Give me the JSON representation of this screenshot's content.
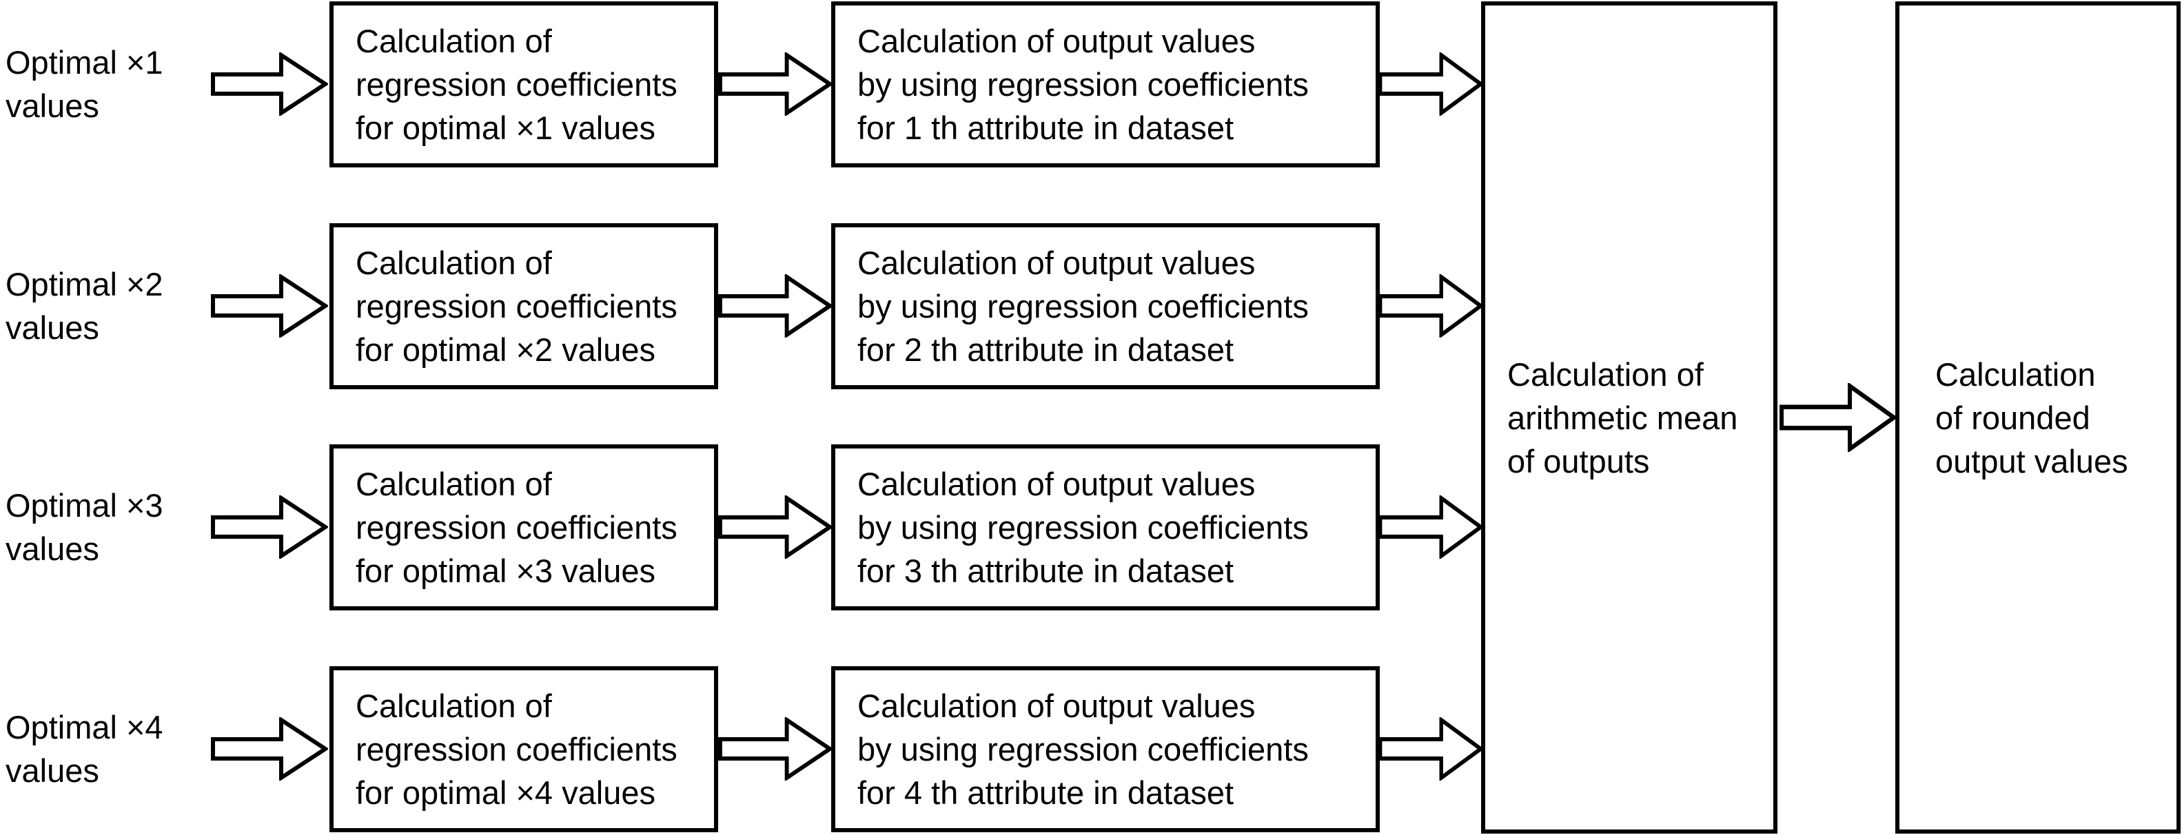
{
  "colors": {
    "ink": "#000000",
    "paper": "#ffffff"
  },
  "flow": {
    "rows": [
      {
        "input_label": "Optimal ×1\nvalues",
        "coeff_box": "Calculation of\nregression coefficients\nfor optimal ×1 values",
        "output_box": "Calculation of output values\nby using regression coefficients\nfor 1 th attribute in dataset"
      },
      {
        "input_label": "Optimal ×2\nvalues",
        "coeff_box": "Calculation of\nregression coefficients\nfor optimal ×2 values",
        "output_box": "Calculation of output values\nby using regression coefficients\nfor 2 th attribute in dataset"
      },
      {
        "input_label": "Optimal ×3\nvalues",
        "coeff_box": "Calculation of\nregression coefficients\nfor optimal ×3 values",
        "output_box": "Calculation of output values\nby using regression coefficients\nfor 3 th attribute in dataset"
      },
      {
        "input_label": "Optimal ×4\nvalues",
        "coeff_box": "Calculation of\nregression coefficients\nfor optimal ×4 values",
        "output_box": "Calculation of output values\nby using regression coefficients\nfor 4 th attribute in dataset"
      }
    ],
    "mean_box": "Calculation of\narithmetic mean\nof outputs",
    "round_box": "Calculation\nof rounded\noutput values"
  }
}
